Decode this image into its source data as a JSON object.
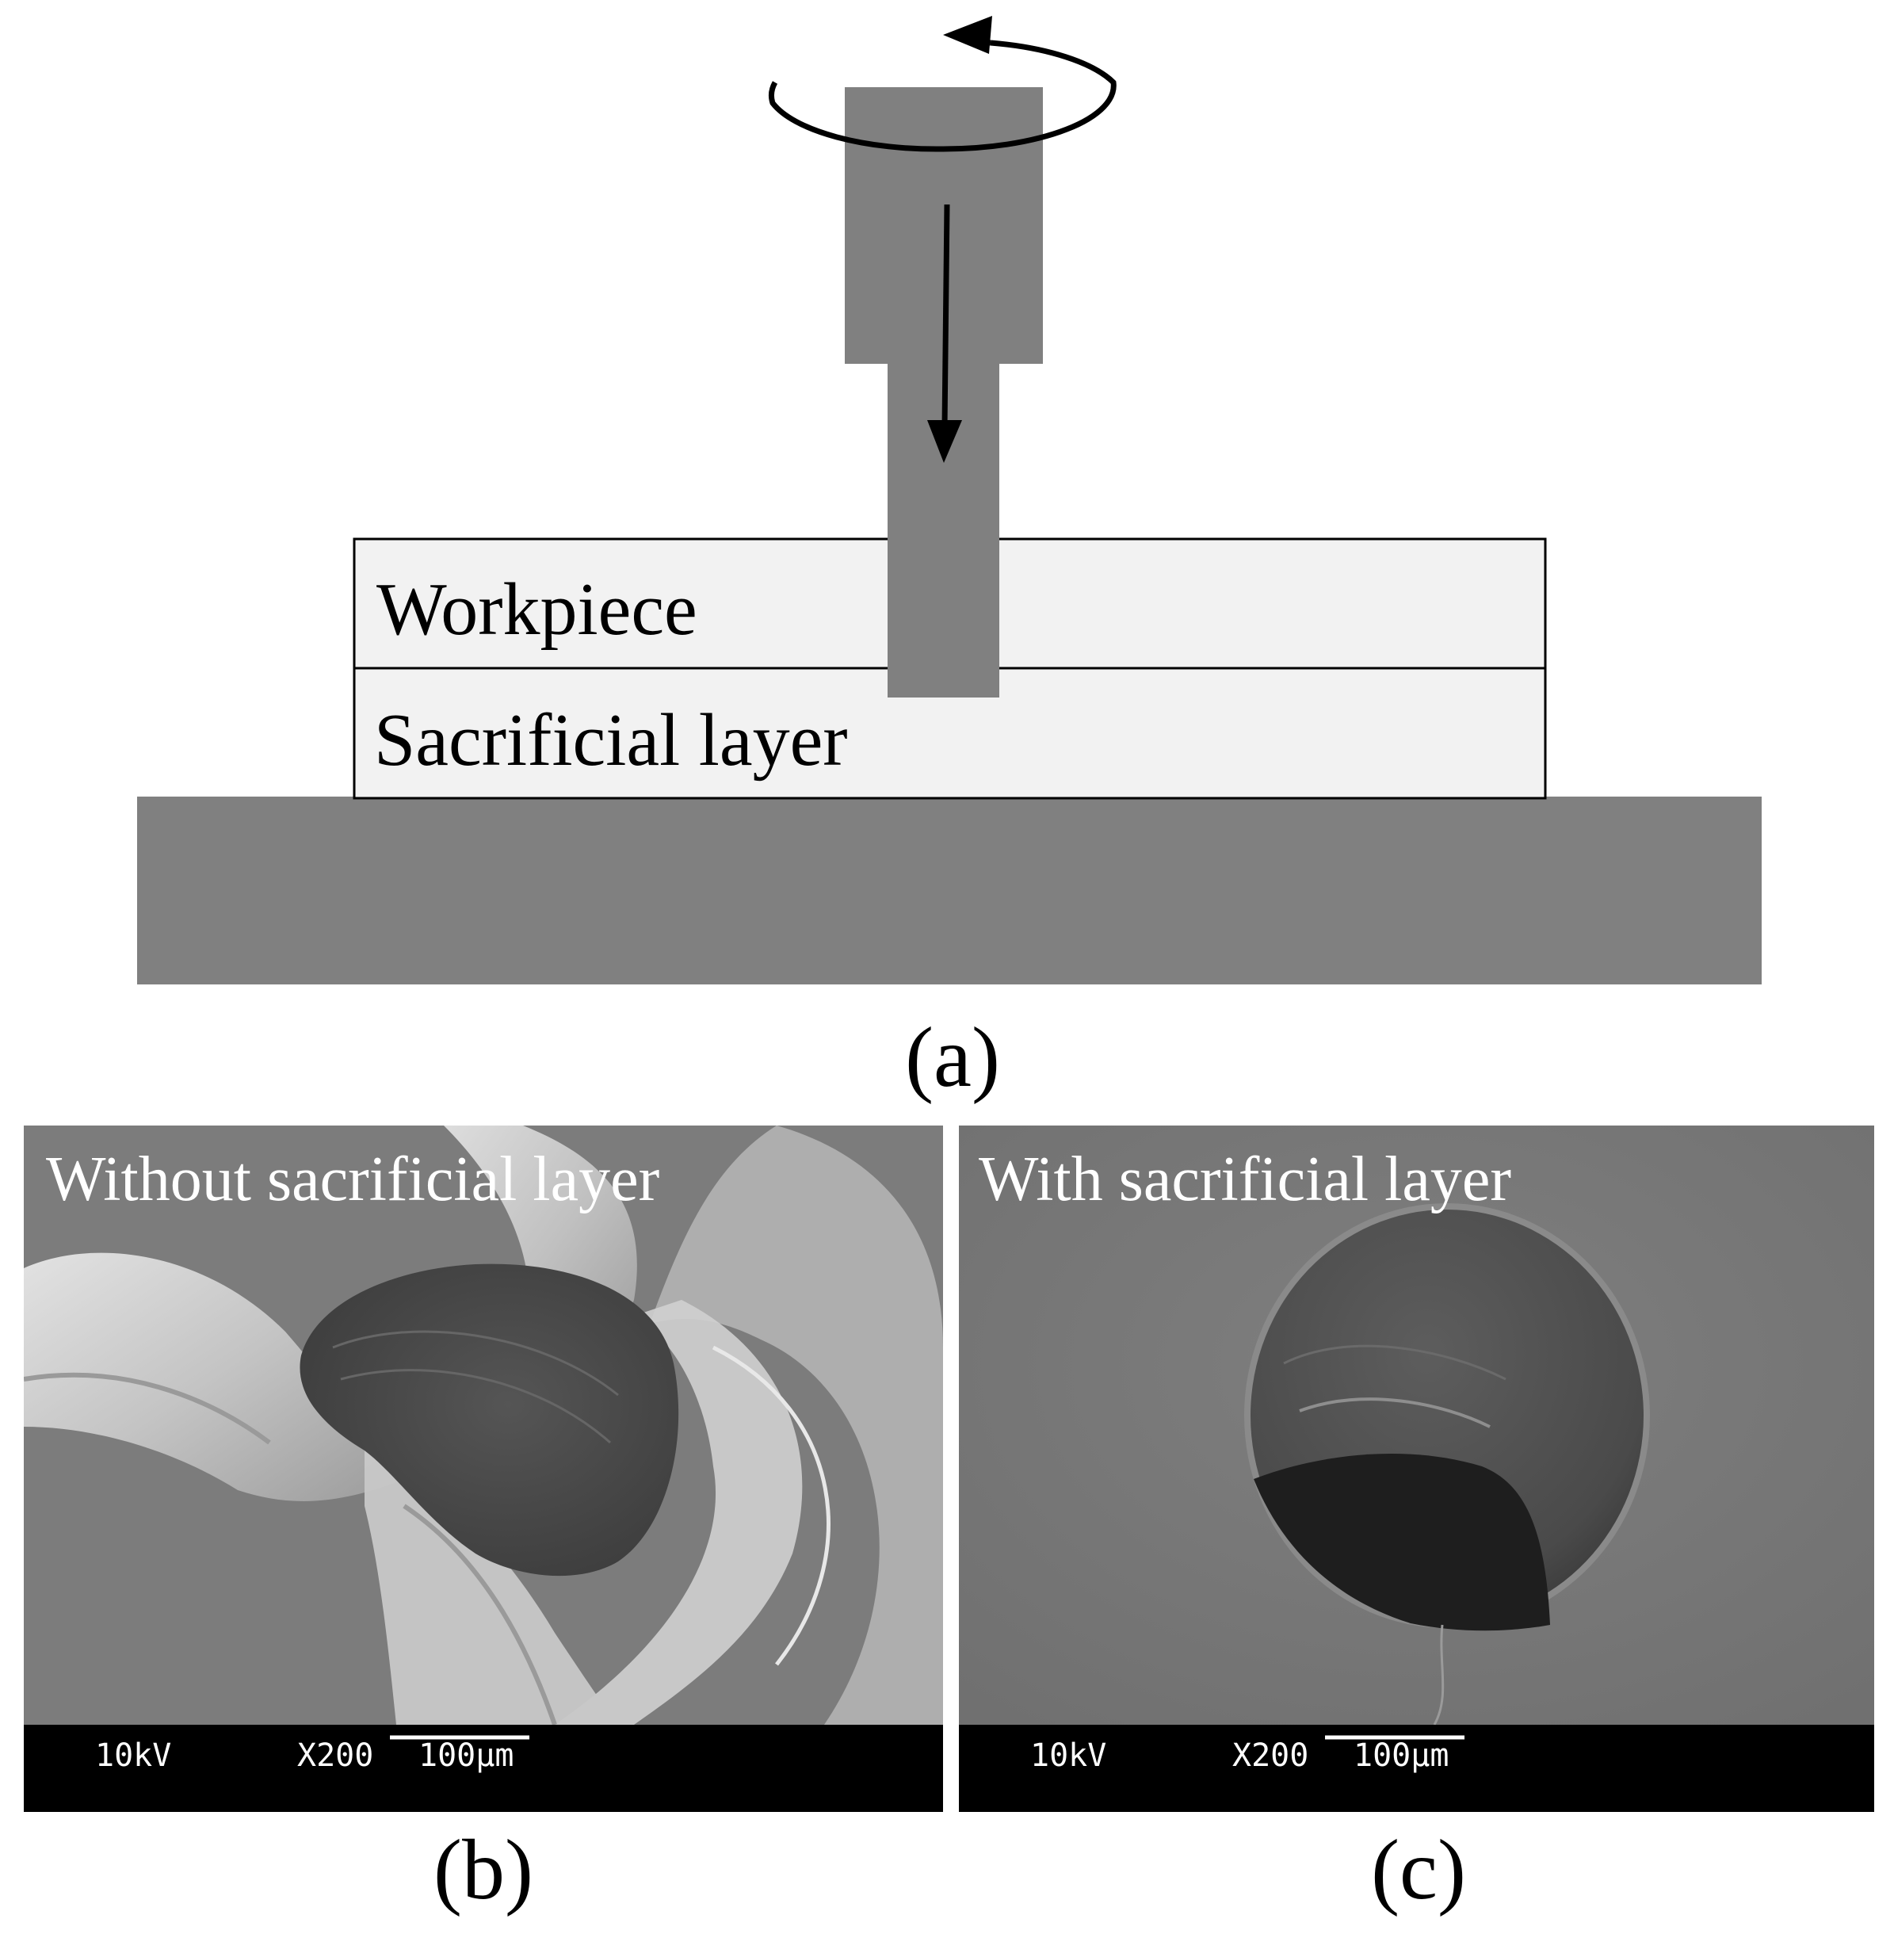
{
  "panel_a": {
    "caption": "(a)",
    "workpiece_label": "Workpiece",
    "sacrificial_label": "Sacrificial layer",
    "colors": {
      "tool": "#808080",
      "layer_fill": "#f2f2f2",
      "base": "#808080",
      "stroke": "#000000"
    }
  },
  "panel_b": {
    "caption": "(b)",
    "label": "Without sacrificial layer",
    "sem": {
      "voltage": "10kV",
      "magnification": "X200",
      "scale": "100µm"
    }
  },
  "panel_c": {
    "caption": "(c)",
    "label": "With sacrificial layer",
    "sem": {
      "voltage": "10kV",
      "magnification": "X200",
      "scale": "100µm"
    }
  }
}
